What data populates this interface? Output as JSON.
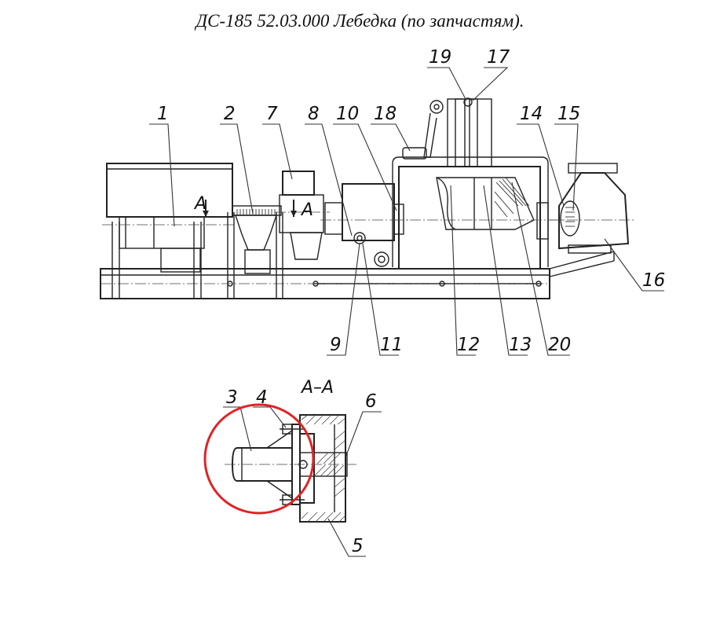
{
  "title": "ДС-185 52.03.000  Лебедка (по запчастям).",
  "section_label": "А–А",
  "section_marker": "А",
  "callouts": [
    "1",
    "2",
    "3",
    "4",
    "5",
    "6",
    "7",
    "8",
    "9",
    "10",
    "11",
    "12",
    "13",
    "14",
    "15",
    "16",
    "17",
    "18",
    "19",
    "20"
  ],
  "highlight_color": "#e02424"
}
